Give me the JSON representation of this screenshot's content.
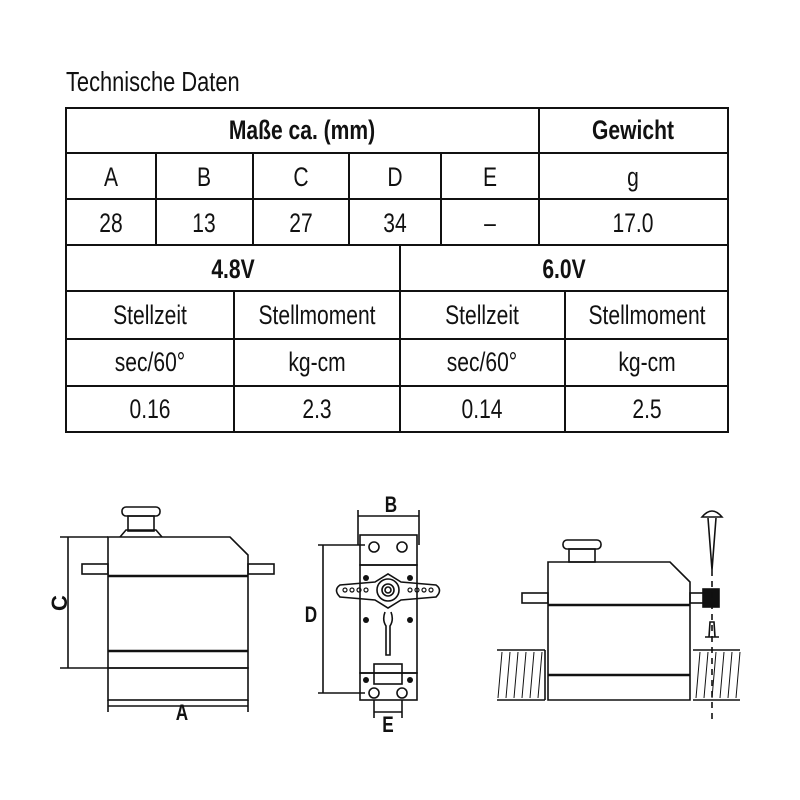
{
  "title": "Technische Daten",
  "table": {
    "dims_header": "Maße ca. (mm)",
    "weight_header": "Gewicht",
    "dim_cols": [
      "A",
      "B",
      "C",
      "D",
      "E"
    ],
    "weight_unit": "g",
    "dim_values": [
      "28",
      "13",
      "27",
      "34",
      "–"
    ],
    "weight_value": "17.0",
    "voltages": [
      "4.8V",
      "6.0V"
    ],
    "sub_headers": [
      "Stellzeit",
      "Stellmoment",
      "Stellzeit",
      "Stellmoment"
    ],
    "units": [
      "sec/60°",
      "kg-cm",
      "sec/60°",
      "kg-cm"
    ],
    "values": [
      "0.16",
      "2.3",
      "0.14",
      "2.5"
    ]
  },
  "drawing_labels": {
    "a": "A",
    "b": "B",
    "c": "C",
    "d": "D",
    "e": "E"
  }
}
